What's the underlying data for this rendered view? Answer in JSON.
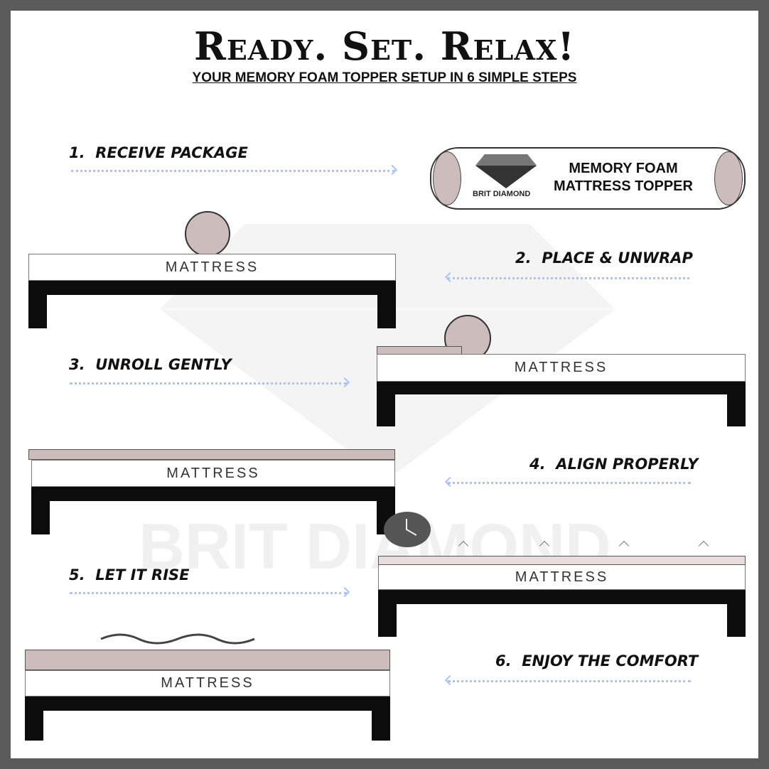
{
  "header": {
    "title": "Ready. Set. Relax!",
    "subtitle": "YOUR MEMORY FOAM TOPPER SETUP IN 6 SIMPLE STEPS"
  },
  "steps": [
    {
      "label": "1.  RECEIVE PACKAGE"
    },
    {
      "label": "2.  PLACE & UNWRAP"
    },
    {
      "label": "3.  UNROLL GENTLY"
    },
    {
      "label": "4.  ALIGN PROPERLY"
    },
    {
      "label": "5.  LET IT RISE"
    },
    {
      "label": "6.  ENJOY THE COMFORT"
    }
  ],
  "package": {
    "line1": "MEMORY FOAM",
    "line2": "MATTRESS TOPPER",
    "brand": "BRIT DIAMOND"
  },
  "mattress_label": "MATTRESS",
  "watermark": "BRIT DIAMOND",
  "colors": {
    "frame": "#5b5b5b",
    "arrow": "#a9c3f5",
    "topper": "#cdbcbc"
  }
}
